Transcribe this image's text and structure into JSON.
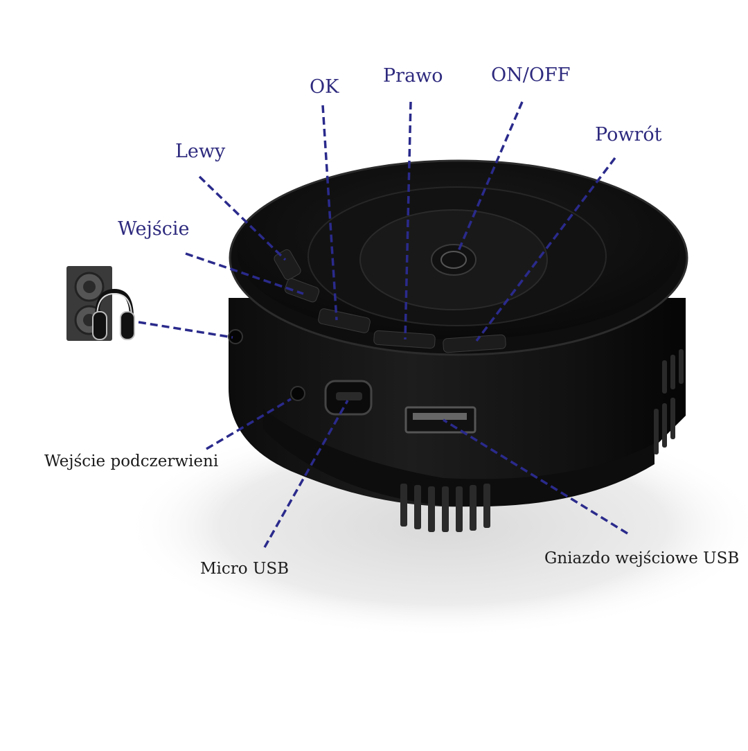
{
  "colors": {
    "background": "#ffffff",
    "shadow": "#e9e9e9",
    "device_body": "#141414",
    "device_edge": "#2b2b2b",
    "leader_line": "#2a2a8c",
    "label_top": "#2e2a7e",
    "label_bottom": "#1c1c1c",
    "speaker_icon": "#3a3a3a"
  },
  "icons": {
    "audio": "speaker-headphones-icon"
  },
  "labels": {
    "ok": "OK",
    "prawo": "Prawo",
    "on_off": "ON/OFF",
    "powrot": "Powrót",
    "lewy": "Lewy",
    "wejscie": "Wejście",
    "wejscie_podczerwieni": "Wejście podczerwieni",
    "micro_usb": "Micro USB",
    "gniazdo_usb": "Gniazdo wejściowe USB"
  }
}
